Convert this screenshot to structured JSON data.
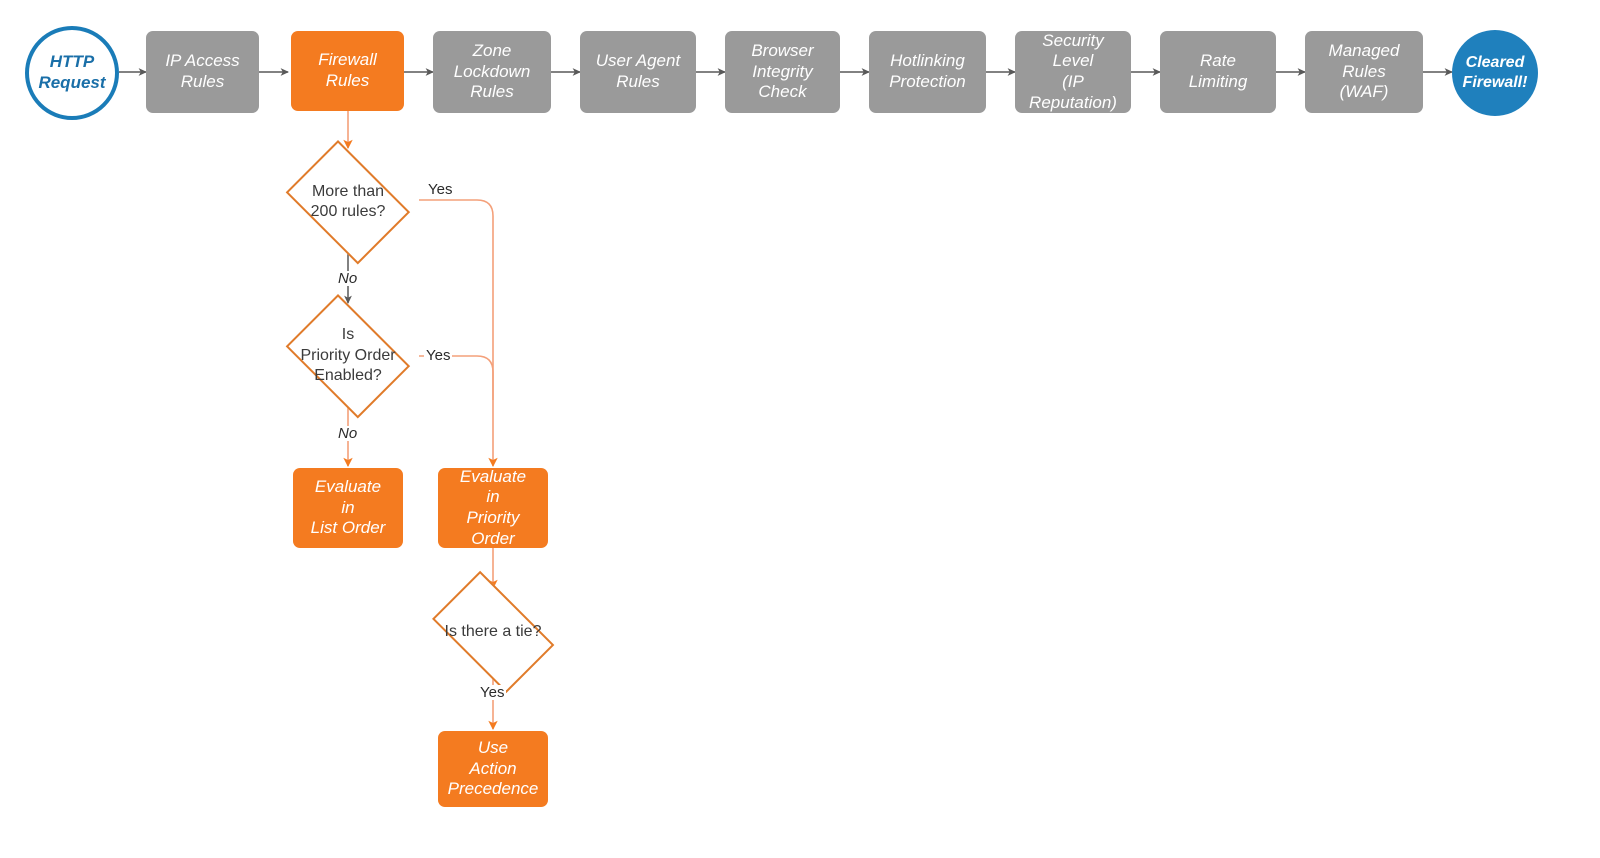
{
  "diagram": {
    "title": "Cloudflare Firewall Rules Evaluation Order",
    "background": "#ffffff",
    "colors": {
      "stage_gray": "#9a9a9a",
      "stage_orange": "#f47b20",
      "terminator_blue": "#1f80bd",
      "start_stroke_blue": "#1a7cb8",
      "decision_stroke": "#e07b2a",
      "edge_gray": "#595959",
      "edge_orange": "#f4a07a",
      "arrow_orange": "#f47b20",
      "label_text": "#2b2b2b",
      "node_text_light": "#ffffff"
    }
  },
  "pipeline": {
    "start": {
      "label": "HTTP\nRequest",
      "shape": "circle-outline"
    },
    "stages": [
      {
        "id": "ip-access-rules",
        "label": "IP Access\nRules",
        "state": "inactive"
      },
      {
        "id": "firewall-rules",
        "label": "Firewall\nRules",
        "state": "active"
      },
      {
        "id": "zone-lockdown-rules",
        "label": "Zone\nLockdown\nRules",
        "state": "inactive"
      },
      {
        "id": "user-agent-rules",
        "label": "User Agent\nRules",
        "state": "inactive"
      },
      {
        "id": "browser-integrity-check",
        "label": "Browser\nIntegrity\nCheck",
        "state": "inactive"
      },
      {
        "id": "hotlinking-protection",
        "label": "Hotlinking\nProtection",
        "state": "inactive"
      },
      {
        "id": "security-level",
        "label": "Security\nLevel\n(IP Reputation)",
        "state": "inactive"
      },
      {
        "id": "rate-limiting",
        "label": "Rate\nLimiting",
        "state": "inactive"
      },
      {
        "id": "managed-rules-waf",
        "label": "Managed\nRules\n(WAF)",
        "state": "inactive"
      }
    ],
    "end": {
      "label": "Cleared\nFirewall!",
      "shape": "circle-filled"
    }
  },
  "decisions": [
    {
      "id": "more-than-200-rules",
      "label": "More than\n200 rules?"
    },
    {
      "id": "is-priority-order-enabled",
      "label": "Is\nPriority Order\nEnabled?"
    },
    {
      "id": "is-there-a-tie",
      "label": "Is there a tie?"
    }
  ],
  "outcomes": [
    {
      "id": "evaluate-in-list-order",
      "label": "Evaluate\nin\nList Order"
    },
    {
      "id": "evaluate-in-priority-order",
      "label": "Evaluate\nin\nPriority Order"
    },
    {
      "id": "use-action-precedence",
      "label": "Use\nAction\nPrecedence"
    }
  ],
  "edge_labels": {
    "more_than_200_yes": "Yes",
    "more_than_200_no": "No",
    "priority_order_yes": "Yes",
    "priority_order_no": "No",
    "tie_yes": "Yes"
  }
}
